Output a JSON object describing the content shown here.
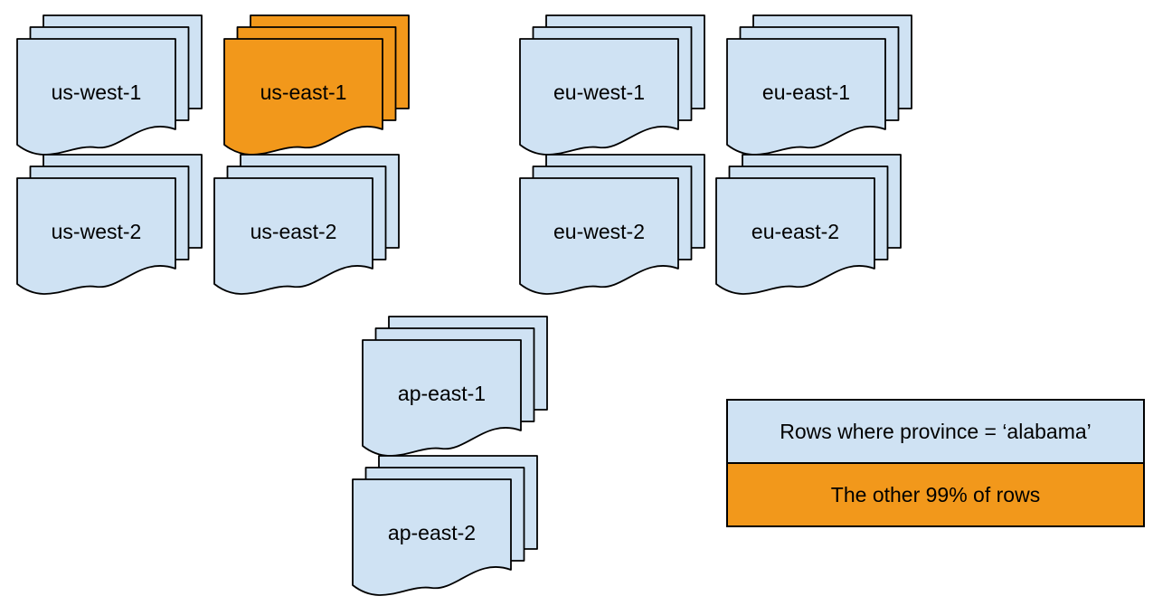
{
  "colors": {
    "sheet_fill": "#cfe2f3",
    "highlight_fill": "#f2981b",
    "stroke": "#000000",
    "text": "#000000",
    "background": "#ffffff"
  },
  "stacks": [
    {
      "label": "us-west-1",
      "variant": "plain"
    },
    {
      "label": "us-east-1",
      "variant": "highlight"
    },
    {
      "label": "eu-west-1",
      "variant": "plain"
    },
    {
      "label": "eu-east-1",
      "variant": "plain"
    },
    {
      "label": "us-west-2",
      "variant": "plain"
    },
    {
      "label": "us-east-2",
      "variant": "plain"
    },
    {
      "label": "eu-west-2",
      "variant": "plain"
    },
    {
      "label": "eu-east-2",
      "variant": "plain"
    },
    {
      "label": "ap-east-1",
      "variant": "plain"
    },
    {
      "label": "ap-east-2",
      "variant": "plain"
    }
  ],
  "legend": {
    "items": [
      {
        "label": "Rows where province = ‘alabama’",
        "variant": "plain"
      },
      {
        "label": "The other 99% of rows",
        "variant": "highlight"
      }
    ]
  }
}
